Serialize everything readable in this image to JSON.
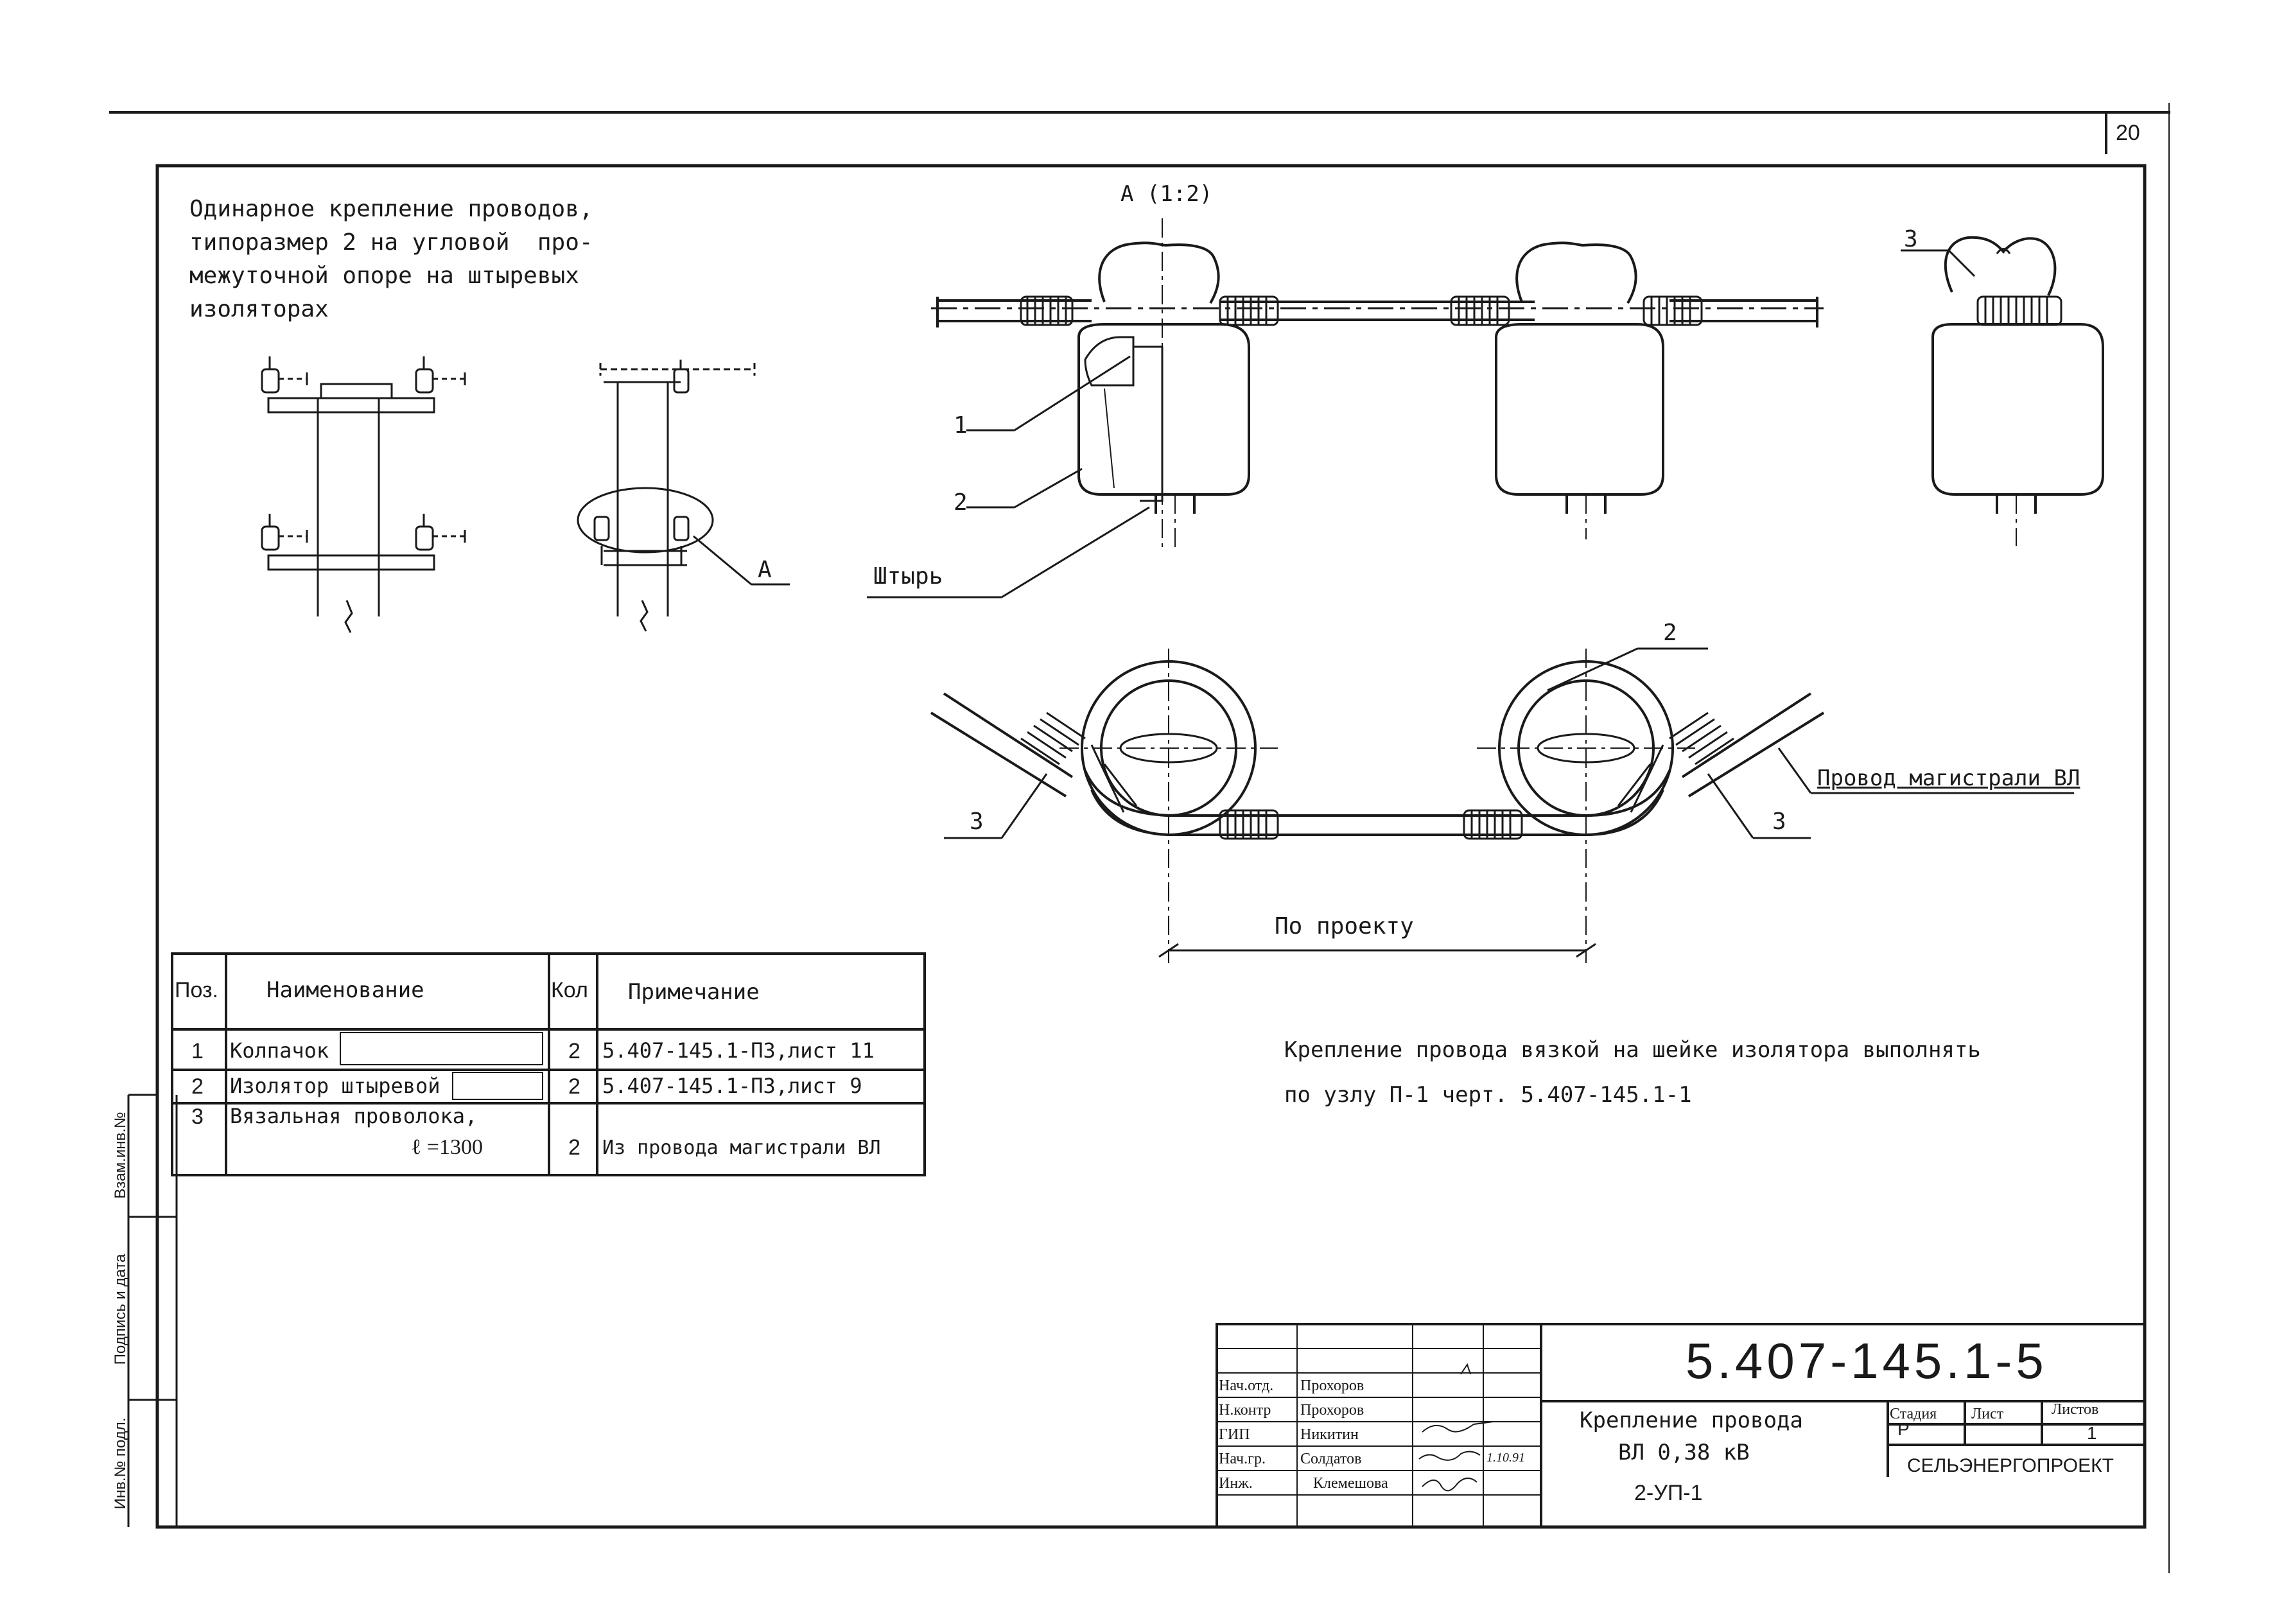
{
  "page_number": "20",
  "description": {
    "lines": [
      "Одинарное крепление проводов,",
      "типоразмер 2 на угловой  про-",
      "межуточной опоре на штыревых",
      "изоляторах"
    ]
  },
  "labels": {
    "view_a": "А (1:2)",
    "callout_1": "1",
    "callout_2": "2",
    "callout_pin": "Штырь",
    "callout_3_top": "3",
    "callout_a": "А",
    "callout_2_plan": "2",
    "callout_3_left": "3",
    "callout_3_right": "3",
    "wire_main": "Провод магистрали ВЛ",
    "dim_project": "По проекту"
  },
  "instruction": {
    "line1": "Крепление провода вязкой на шейке изолятора выполнять",
    "line2": "по узлу П-1 черт. 5.407-145.1-1"
  },
  "spec_table": {
    "headers": {
      "pos": "Поз.",
      "name": "Наименование",
      "qty": "Кол",
      "note": "Примечание"
    },
    "rows": [
      {
        "pos": "1",
        "name": "Колпачок",
        "qty": "2",
        "note": "5.407-145.1-ПЗ,лист 11"
      },
      {
        "pos": "2",
        "name": "Изолятор штыревой",
        "qty": "2",
        "note": "5.407-145.1-ПЗ,лист 9"
      },
      {
        "pos": "3",
        "name": "Вязальная проволока,",
        "name2": "ℓ =1300",
        "qty": "2",
        "note": "Из провода магистрали ВЛ"
      }
    ]
  },
  "side_stamp": {
    "vzam": "Взам.инв.№",
    "podpis": "Подпись и дата",
    "inv": "Инв.№ подл."
  },
  "title_block": {
    "code": "5.407-145.1-5",
    "title_line1": "Крепление провода",
    "title_line2": "ВЛ 0,38 кВ",
    "title_line3": "2-УП-1",
    "stage_header": "Стадия",
    "sheet_header": "Лист",
    "sheets_header": "Листов",
    "stage": "Р",
    "sheet": "",
    "sheets": "1",
    "organization": "СЕЛЬЭНЕРГОПРОЕКТ",
    "signatures": [
      {
        "role": "Нач.отд.",
        "name": "Прохоров",
        "date": ""
      },
      {
        "role": "Н.контр",
        "name": "Прохоров",
        "date": ""
      },
      {
        "role": "ГИП",
        "name": "Никитин",
        "date": ""
      },
      {
        "role": "Нач.гр.",
        "name": "Солдатов",
        "date": "1.10.91"
      },
      {
        "role": "Инж.",
        "name": "Клемешова",
        "date": ""
      }
    ]
  },
  "colors": {
    "ink": "#1a1a1a",
    "paper": "#ffffff"
  }
}
